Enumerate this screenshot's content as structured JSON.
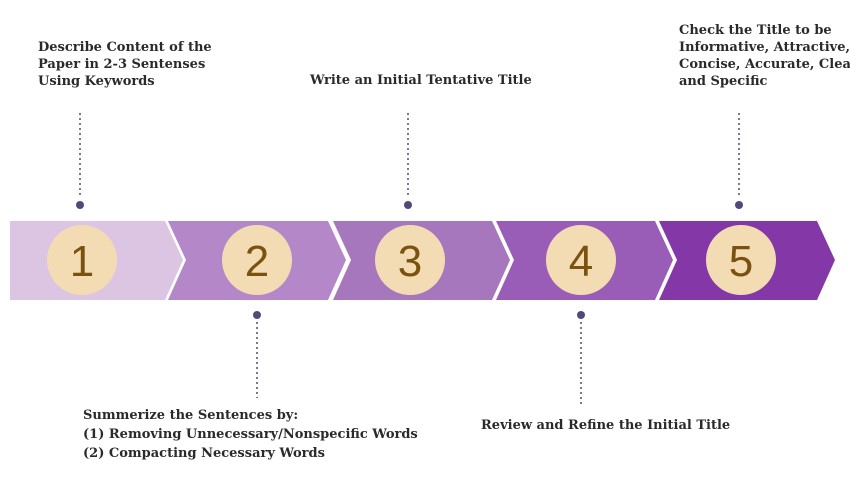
{
  "colors": {
    "step_fill": [
      "#dcc4e3",
      "#b487c8",
      "#a677bd",
      "#9a5db7",
      "#8437a6"
    ],
    "circle_fill": "#f3dcb4",
    "number_color": "#7a5210",
    "connector": "#4f4a7a",
    "text": "#2a2a2a"
  },
  "steps": [
    {
      "number": "1",
      "label_position": "top",
      "lines": [
        "Describe Content of the",
        "Paper in 2-3 Sentenses",
        "Using Keywords"
      ]
    },
    {
      "number": "2",
      "label_position": "bottom",
      "lines": [
        "Summerize the Sentences by:",
        "(1) Removing Unnecessary/Nonspecific Words",
        "(2) Compacting Necessary Words"
      ]
    },
    {
      "number": "3",
      "label_position": "top",
      "lines": [
        "Write an Initial Tentative Title"
      ]
    },
    {
      "number": "4",
      "label_position": "bottom",
      "lines": [
        "Review and Refine the Initial Title"
      ]
    },
    {
      "number": "5",
      "label_position": "top",
      "lines": [
        "Check the Title to be",
        "Informative, Attractive,",
        "Concise, Accurate, Clear,",
        "and Specific"
      ]
    }
  ]
}
